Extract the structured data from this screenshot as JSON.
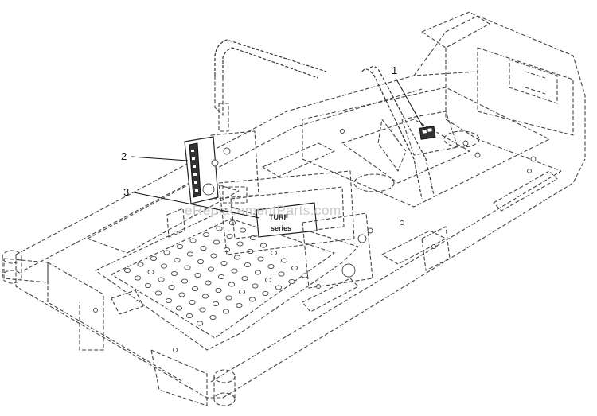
{
  "callouts": [
    {
      "id": "1",
      "label": "1"
    },
    {
      "id": "2",
      "label": "2"
    },
    {
      "id": "3",
      "label": "3"
    }
  ],
  "watermark": "eReplacementParts.com",
  "decal": {
    "line1": "TURF",
    "line2": "series"
  },
  "colors": {
    "line": "#333333",
    "watermark": "#c8c8c8",
    "background": "#ffffff"
  }
}
